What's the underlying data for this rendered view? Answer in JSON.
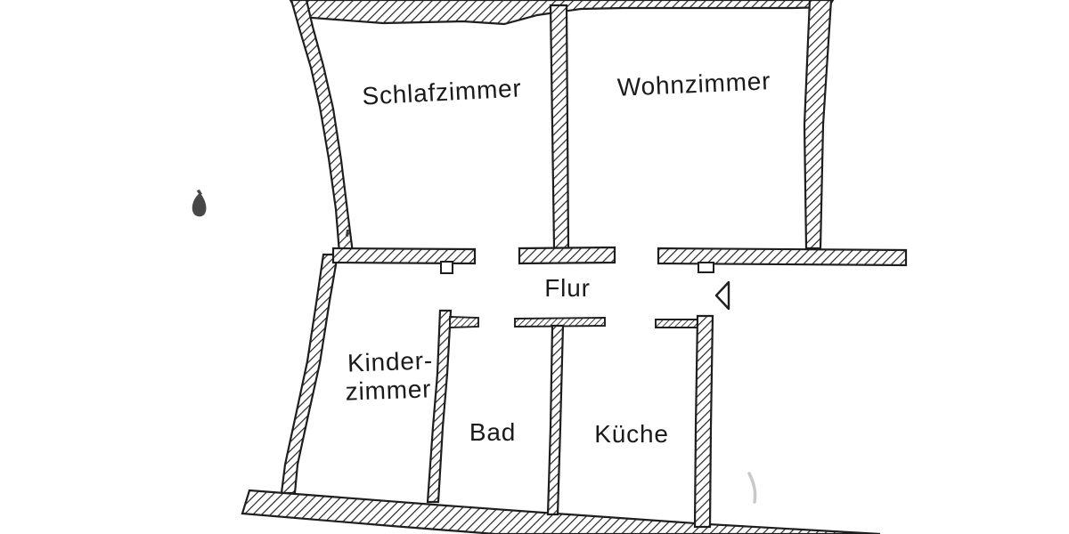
{
  "plan": {
    "type": "apartment-floor-plan",
    "background_color": "#ffffff",
    "wall_ink_color": "#1e1e1e",
    "label_color": "#1a1a1a",
    "rooms": [
      {
        "id": "schlafzimmer",
        "label": "Schlafzimmer"
      },
      {
        "id": "wohnzimmer",
        "label": "Wohnzimmer"
      },
      {
        "id": "flur",
        "label": "Flur"
      },
      {
        "id": "kinderzimmer",
        "label_line1": "Kinder-",
        "label_line2": "zimmer"
      },
      {
        "id": "bad",
        "label": "Bad"
      },
      {
        "id": "kueche",
        "label": "Küche"
      }
    ],
    "symbols": [
      {
        "name": "door-swing-icon",
        "shape": "left-pointing-triangle"
      },
      {
        "name": "door-jamb-icon",
        "shape": "small-open-rectangle"
      }
    ]
  }
}
